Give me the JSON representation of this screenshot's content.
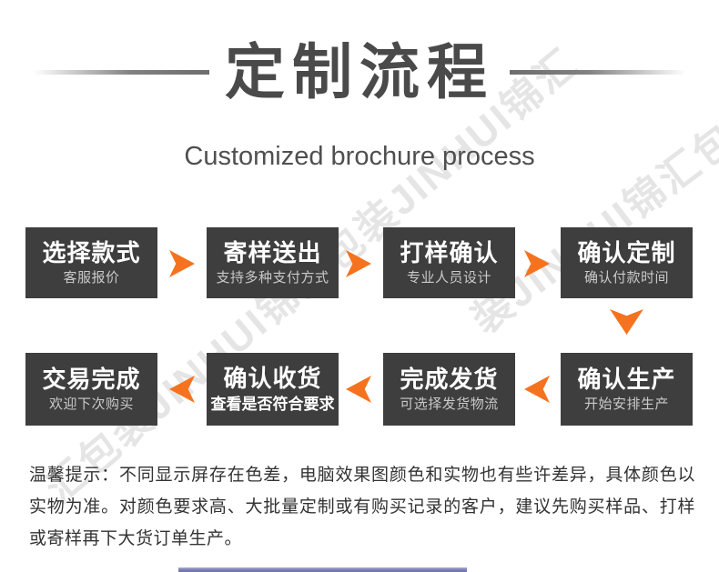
{
  "header": {
    "title": "定制流程",
    "subtitle": "Customized brochure process"
  },
  "flow": {
    "row1": [
      {
        "title": "选择款式",
        "subtitle": "客服报价"
      },
      {
        "title": "寄样送出",
        "subtitle": "支持多种支付方式"
      },
      {
        "title": "打样确认",
        "subtitle": "专业人员设计"
      },
      {
        "title": "确认定制",
        "subtitle": "确认付款时间"
      }
    ],
    "row2": [
      {
        "title": "交易完成",
        "subtitle": "欢迎下次购买"
      },
      {
        "title": "确认收货",
        "subtitle": "查看是否符合要求",
        "subtitle_bold": true
      },
      {
        "title": "完成发货",
        "subtitle": "可选择发货物流"
      },
      {
        "title": "确认生产",
        "subtitle": "开始安排生产"
      }
    ]
  },
  "notice": {
    "text": "温馨提示：不同显示屏存在色差，电脑效果图颜色和实物也有些许差异，具体颜色以实物为准。对颜色要求高、大批量定制或有购买记录的客户，建议先购买样品、打样或寄样再下大货订单生产。"
  },
  "watermark": {
    "brand_text": "JINHUI锦汇包装",
    "streaks": [
      "汇包装JINHUI锦汇包装JINHUI锦汇",
      "装JINHUI锦汇包装JINHUI"
    ]
  },
  "colors": {
    "accent_orange": "#f5731f",
    "box_background": "#3e3e3e",
    "title_gray": "#4a4a4a",
    "notice_text": "#333333",
    "bottom_bar_purple": "#7d82b5"
  }
}
